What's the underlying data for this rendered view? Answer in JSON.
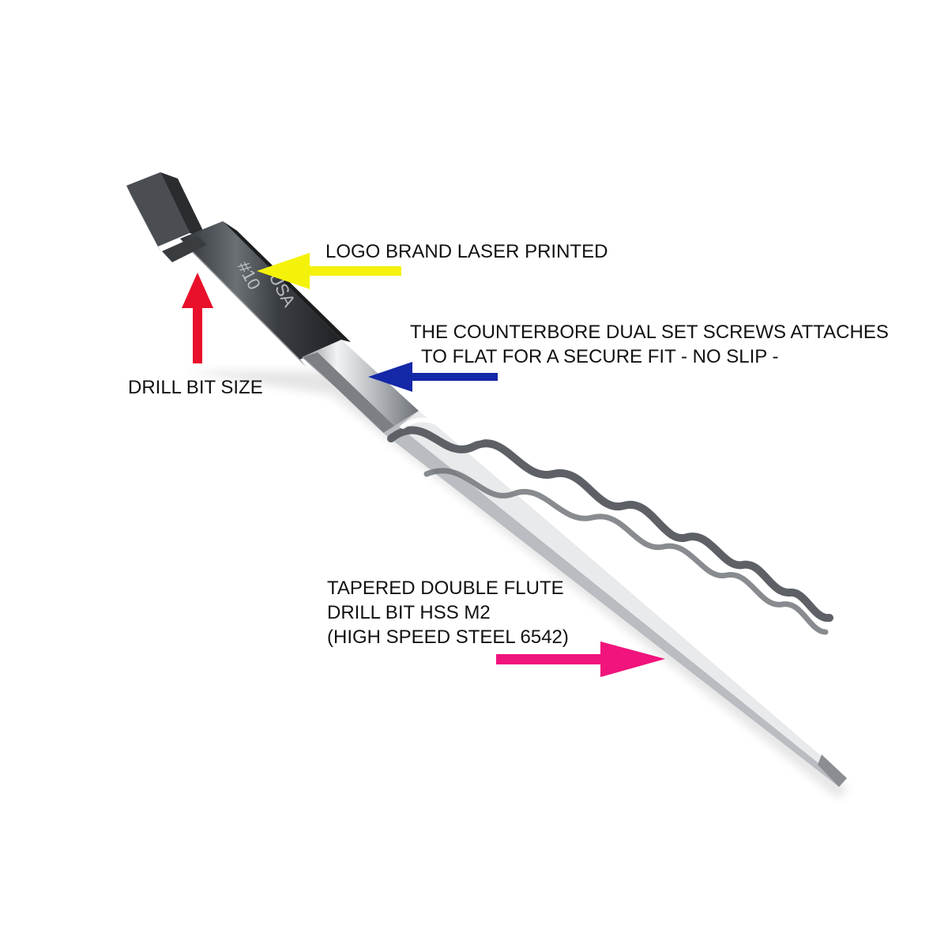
{
  "photo": {
    "subject": "tapered drill bit with hex shank",
    "shank_engraving": [
      "#10",
      "USA"
    ]
  },
  "annotations": {
    "logo": {
      "text": "LOGO BRAND LASER PRINTED",
      "arrow_color": "#f5f20a"
    },
    "counterbore": {
      "line1": "THE COUNTERBORE DUAL SET SCREWS ATTACHES",
      "line2": "TO FLAT FOR A SECURE FIT - NO SLIP -",
      "arrow_color": "#1428a8"
    },
    "size": {
      "text": "DRILL BIT SIZE",
      "arrow_color": "#e8102a"
    },
    "taper": {
      "line1": "TAPERED DOUBLE FLUTE",
      "line2": "DRILL BIT HSS M2",
      "line3": "(HIGH SPEED STEEL 6542)",
      "arrow_color": "#f0147c"
    }
  }
}
